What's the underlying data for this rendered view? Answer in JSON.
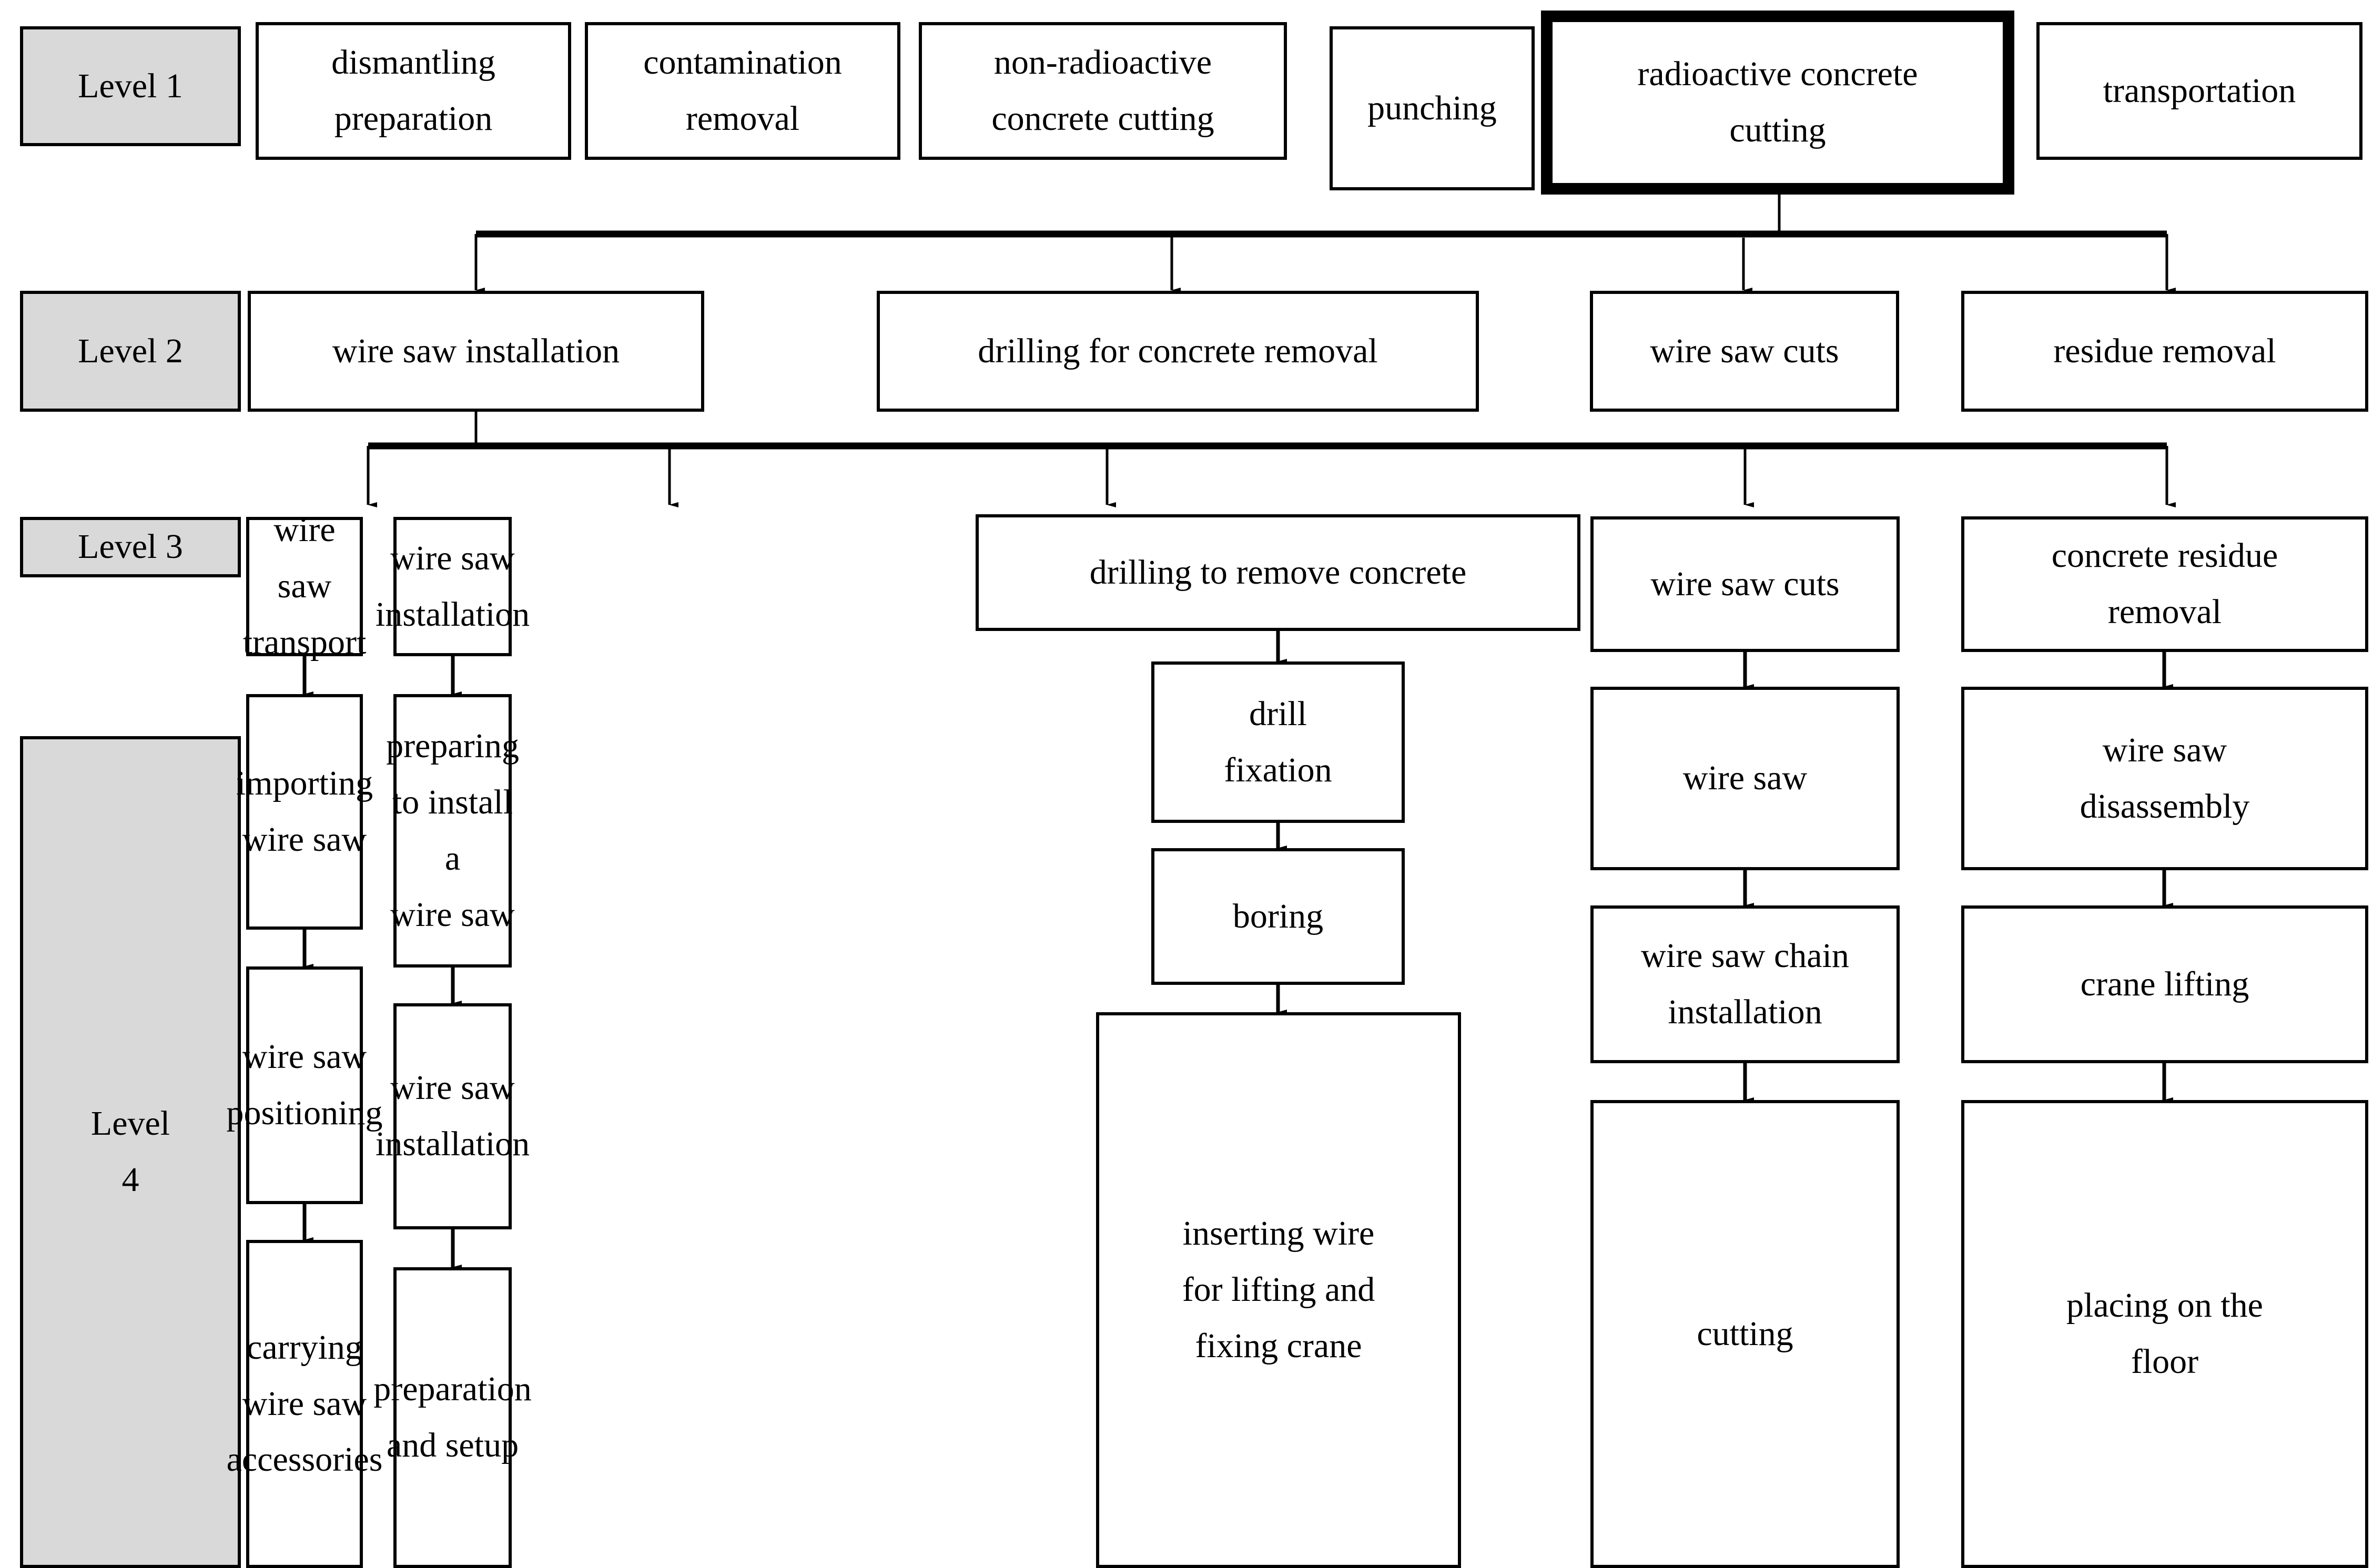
{
  "diagram": {
    "title": "radioactive concrete cutting work breakdown structure",
    "emphasis_color": "#000000",
    "level_label_fill": "#d9d9d9",
    "box_fill": "#ffffff",
    "line_color": "#000000"
  },
  "level_labels": [
    {
      "id": "level-1",
      "text": "Level 1"
    },
    {
      "id": "level-2",
      "text": "Level 2"
    },
    {
      "id": "level-3",
      "text": "Level 3"
    },
    {
      "id": "level-4",
      "text": "Level\n4"
    }
  ],
  "level1": {
    "label": "Level 1",
    "items": [
      {
        "id": "dismantling-preparation",
        "text": "dismantling\npreparation",
        "emphasized": false
      },
      {
        "id": "contamination-removal",
        "text": "contamination\nremoval",
        "emphasized": false
      },
      {
        "id": "non-radioactive-concrete-cutting",
        "text": "non-radioactive\nconcrete cutting",
        "emphasized": false
      },
      {
        "id": "punching",
        "text": "punching",
        "emphasized": false
      },
      {
        "id": "radioactive-concrete-cutting",
        "text": "radioactive concrete\ncutting",
        "emphasized": true
      },
      {
        "id": "transportation",
        "text": "transportation",
        "emphasized": false
      }
    ]
  },
  "level2": {
    "label": "Level 2",
    "items": [
      {
        "id": "wire-saw-installation",
        "text": "wire saw installation"
      },
      {
        "id": "drilling-for-concrete-removal",
        "text": "drilling for concrete removal"
      },
      {
        "id": "wire-saw-cuts",
        "text": "wire saw cuts"
      },
      {
        "id": "residue-removal",
        "text": "residue removal"
      }
    ]
  },
  "level3": {
    "label": "Level 3",
    "items": [
      {
        "id": "wire-saw-transport",
        "text": "wire saw\ntransport"
      },
      {
        "id": "wire-saw-installation",
        "text": "wire saw\ninstallation"
      },
      {
        "id": "drilling-to-remove-concrete",
        "text": "drilling to remove concrete"
      },
      {
        "id": "wire-saw-cuts",
        "text": "wire saw cuts"
      },
      {
        "id": "concrete-residue-removal",
        "text": "concrete residue\nremoval"
      }
    ]
  },
  "level4": {
    "label": "Level\n4",
    "columns": [
      {
        "parent": "wire-saw-transport",
        "items": [
          {
            "id": "importing-wire-saw",
            "text": "importing\nwire saw"
          },
          {
            "id": "wire-saw-positioning",
            "text": "wire saw\npositioning"
          },
          {
            "id": "carrying-wire-saw-accessories",
            "text": "carrying\nwire saw\naccessories"
          }
        ]
      },
      {
        "parent": "wire-saw-installation",
        "items": [
          {
            "id": "preparing-to-install-a-wire-saw",
            "text": "preparing\nto install a\nwire saw"
          },
          {
            "id": "wire-saw-installation-step",
            "text": "wire saw\ninstallation"
          },
          {
            "id": "preparation-and-setup",
            "text": "preparation\nand setup"
          }
        ]
      },
      {
        "parent": "drilling-to-remove-concrete",
        "items": [
          {
            "id": "drill-fixation",
            "text": "drill\nfixation"
          },
          {
            "id": "boring",
            "text": "boring"
          },
          {
            "id": "inserting-wire-for-lifting-and-fixing-crane",
            "text": "inserting wire\nfor lifting and\nfixing crane"
          }
        ]
      },
      {
        "parent": "wire-saw-cuts",
        "items": [
          {
            "id": "wire-saw",
            "text": "wire saw"
          },
          {
            "id": "wire-saw-chain-installation",
            "text": "wire saw chain\ninstallation"
          },
          {
            "id": "cutting",
            "text": "cutting"
          }
        ]
      },
      {
        "parent": "concrete-residue-removal",
        "items": [
          {
            "id": "wire-saw-disassembly",
            "text": "wire saw\ndisassembly"
          },
          {
            "id": "crane-lifting",
            "text": "crane lifting"
          },
          {
            "id": "placing-on-the-floor",
            "text": "placing on the\nfloor"
          }
        ]
      }
    ]
  }
}
